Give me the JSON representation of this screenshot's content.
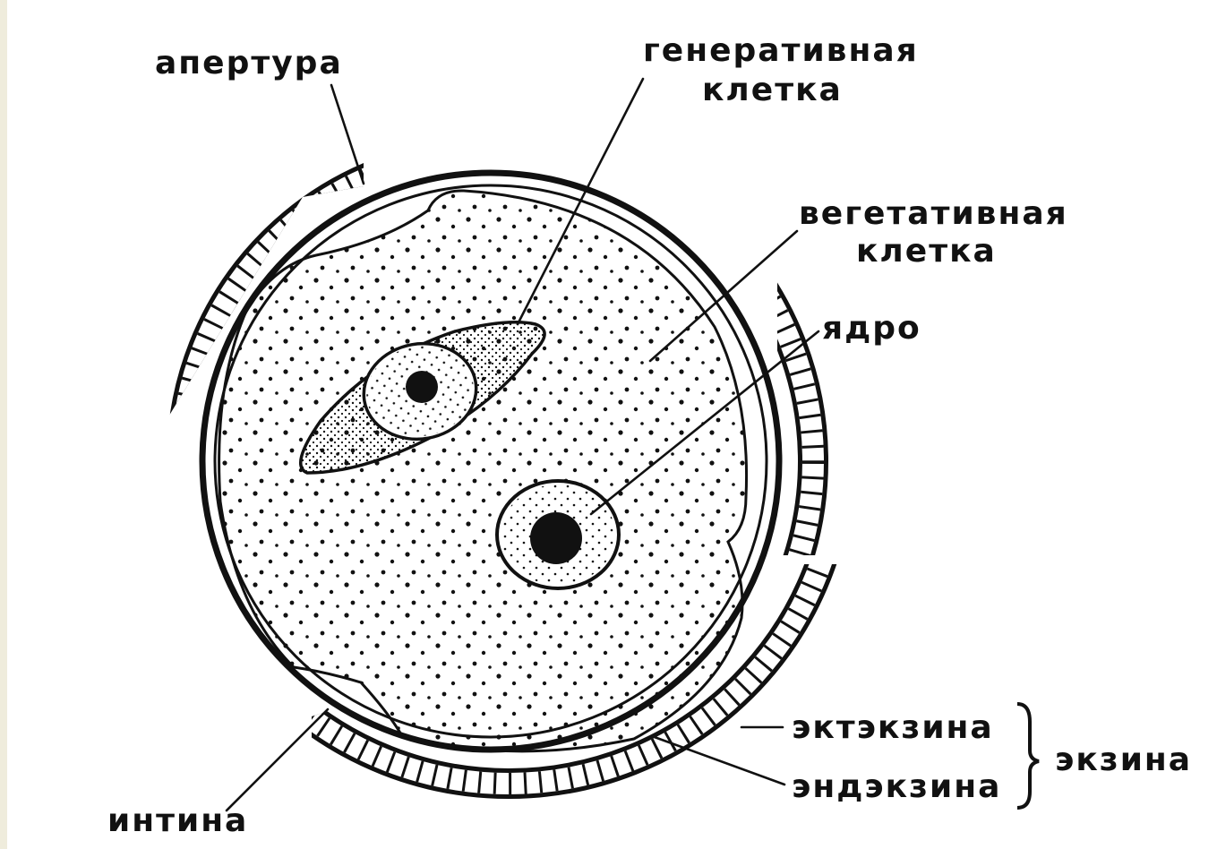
{
  "labels": {
    "aperture": "апертура",
    "generative_line1": "генеративная",
    "generative_line2": "клетка",
    "vegetative_line1": "вегетативная",
    "vegetative_line2": "клетка",
    "nucleus": "ядро",
    "ektexine": "эктэкзина",
    "endexine": "эндэкзина",
    "exine": "экзина",
    "intine": "интина"
  },
  "colors": {
    "background": "#ffffff",
    "outer_frame": "#efecdc",
    "ink": "#111111"
  }
}
